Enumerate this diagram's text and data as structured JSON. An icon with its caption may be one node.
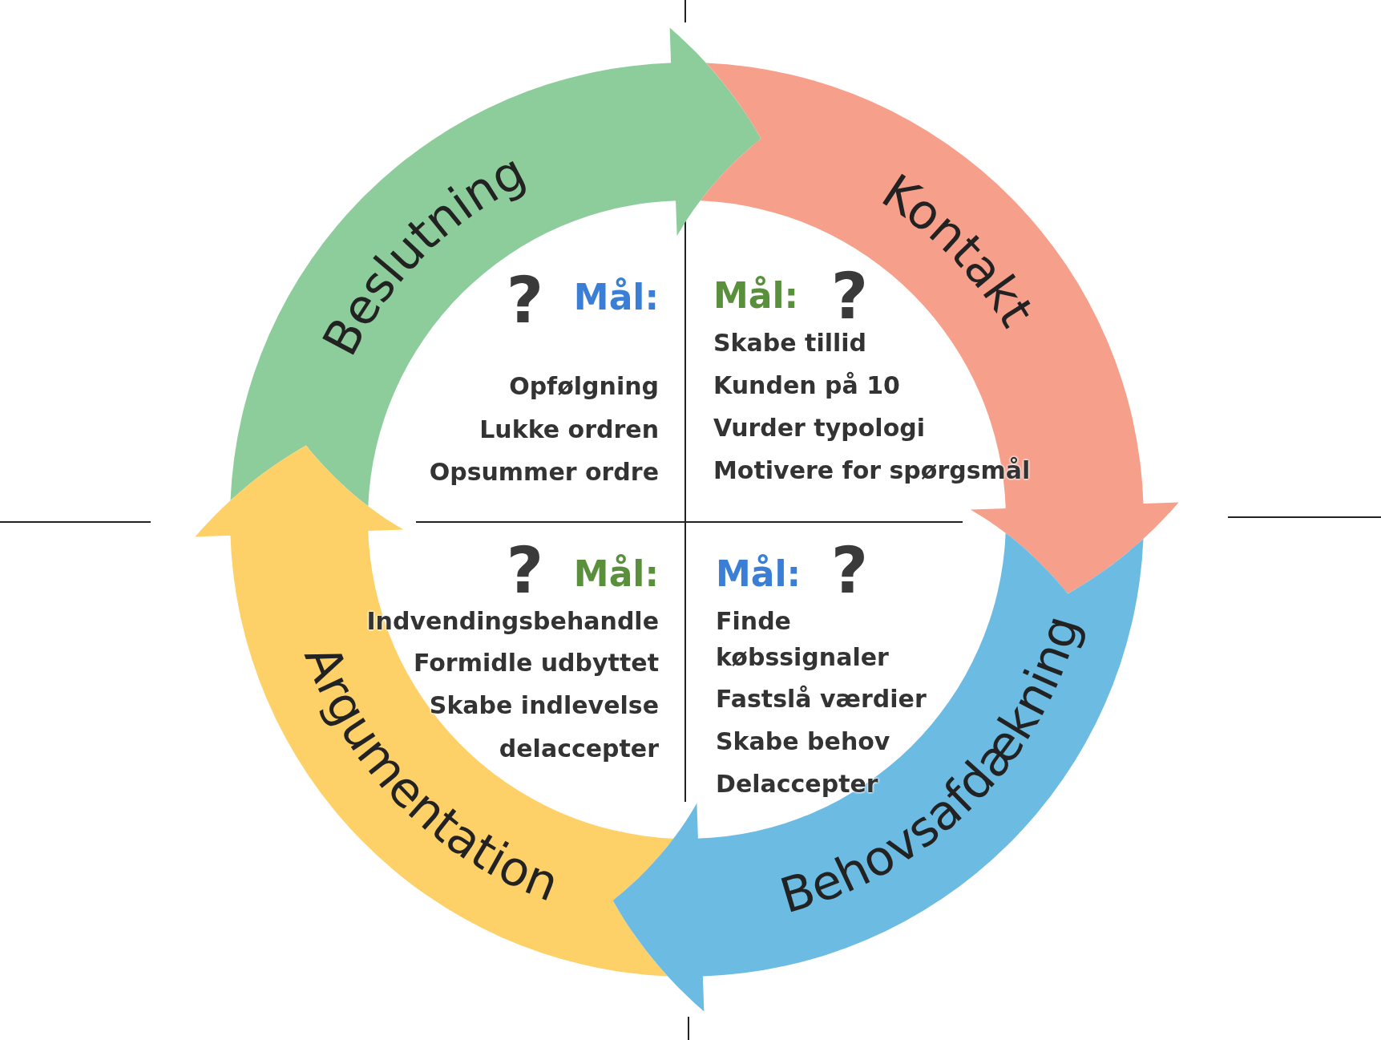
{
  "diagram": {
    "nodes": [
      {
        "text": [
          "Beslutning"
        ]
      },
      {
        "text": [
          "Kontakt"
        ]
      },
      {
        "text": [
          "Argumentation"
        ]
      },
      {
        "text": [
          "Behovsafdækning"
        ]
      }
    ],
    "edges": [
      {
        "from": 0,
        "to": 1,
        "arrow": "to"
      },
      {
        "from": 1,
        "to": 3,
        "arrow": "to"
      },
      {
        "from": 3,
        "to": 2,
        "arrow": "to"
      },
      {
        "from": 2,
        "to": 0,
        "arrow": "to"
      }
    ],
    "labels": [
      "Mål:",
      "?",
      "Opfølgning",
      "Lukke ordren",
      "Opsummer ordre",
      "Mål:",
      "?",
      "Skabe tillid",
      "Kunden på 10",
      "Vurder typologi",
      "Motivere for spørgsmål",
      "Mål:",
      "?",
      "Indvendingsbehandle",
      "Formidle udbyttet",
      "Skabe indlevelse",
      "delaccepter",
      "Mål:",
      "?",
      "Finde købssignaler",
      "Fastslå værdier",
      "Skabe behov",
      "Delaccepter"
    ]
  }
}
